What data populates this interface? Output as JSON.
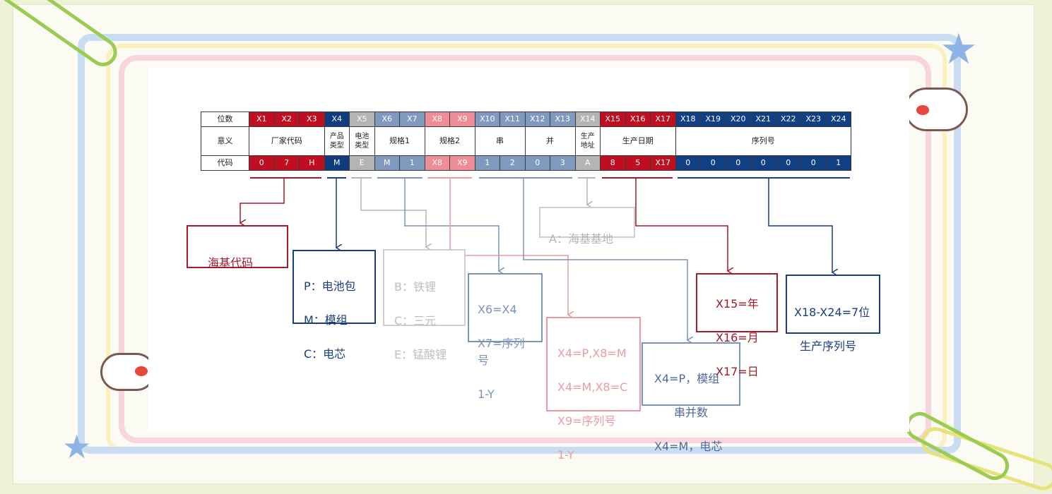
{
  "table": {
    "row_headers": [
      "位数",
      "意义",
      "代码"
    ],
    "positions": [
      "X1",
      "X2",
      "X3",
      "X4",
      "X5",
      "X6",
      "X7",
      "X8",
      "X9",
      "X10",
      "X11",
      "X12",
      "X13",
      "X14",
      "X15",
      "X16",
      "X17",
      "X18",
      "X19",
      "X20",
      "X21",
      "X22",
      "X23",
      "X24"
    ],
    "meanings": {
      "manufacturer": "厂家代码",
      "product_type": "产品\n类型",
      "battery_type": "电池\n类型",
      "spec1": "规格1",
      "spec2": "规格2",
      "series": "串",
      "parallel": "并",
      "location": "生产\n地址",
      "date": "生产日期",
      "serial": "序列号"
    },
    "codes": [
      "0",
      "7",
      "H",
      "M",
      "E",
      "M",
      "1",
      "X8",
      "X9",
      "1",
      "2",
      "0",
      "3",
      "A",
      "8",
      "5",
      "X17",
      "0",
      "0",
      "0",
      "0",
      "0",
      "0",
      "1"
    ]
  },
  "colors": {
    "dark_red": "#c00d1f",
    "navy": "#0f3b7f",
    "gray": "#b4b4b4",
    "slate": "#7f99bf",
    "pink": "#ee8c97"
  },
  "boxes": {
    "manufacturer": {
      "lines": [
        "海基代码"
      ]
    },
    "product_type": {
      "lines": [
        "P：电池包",
        "M：模组",
        "C：电芯"
      ]
    },
    "battery_type": {
      "lines": [
        "B：铁锂",
        "C：三元",
        "E：锰酸锂"
      ]
    },
    "spec1": {
      "lines": [
        "X6=X4",
        "X7=序列号",
        "1-Y"
      ]
    },
    "location": {
      "lines": [
        "A：海基基地"
      ]
    },
    "spec2": {
      "lines": [
        "X4=P,X8=M",
        "X4=M,X8=C",
        "X9=序列号",
        "1-Y"
      ]
    },
    "series_parallel": {
      "lines": [
        "X4=P，模组",
        "串并数",
        "X4=M，电芯"
      ]
    },
    "date": {
      "lines": [
        "X15=年",
        "X16=月",
        "X17=日"
      ]
    },
    "serial": {
      "lines": [
        "X18-X24=7位",
        "生产序列号"
      ]
    }
  }
}
